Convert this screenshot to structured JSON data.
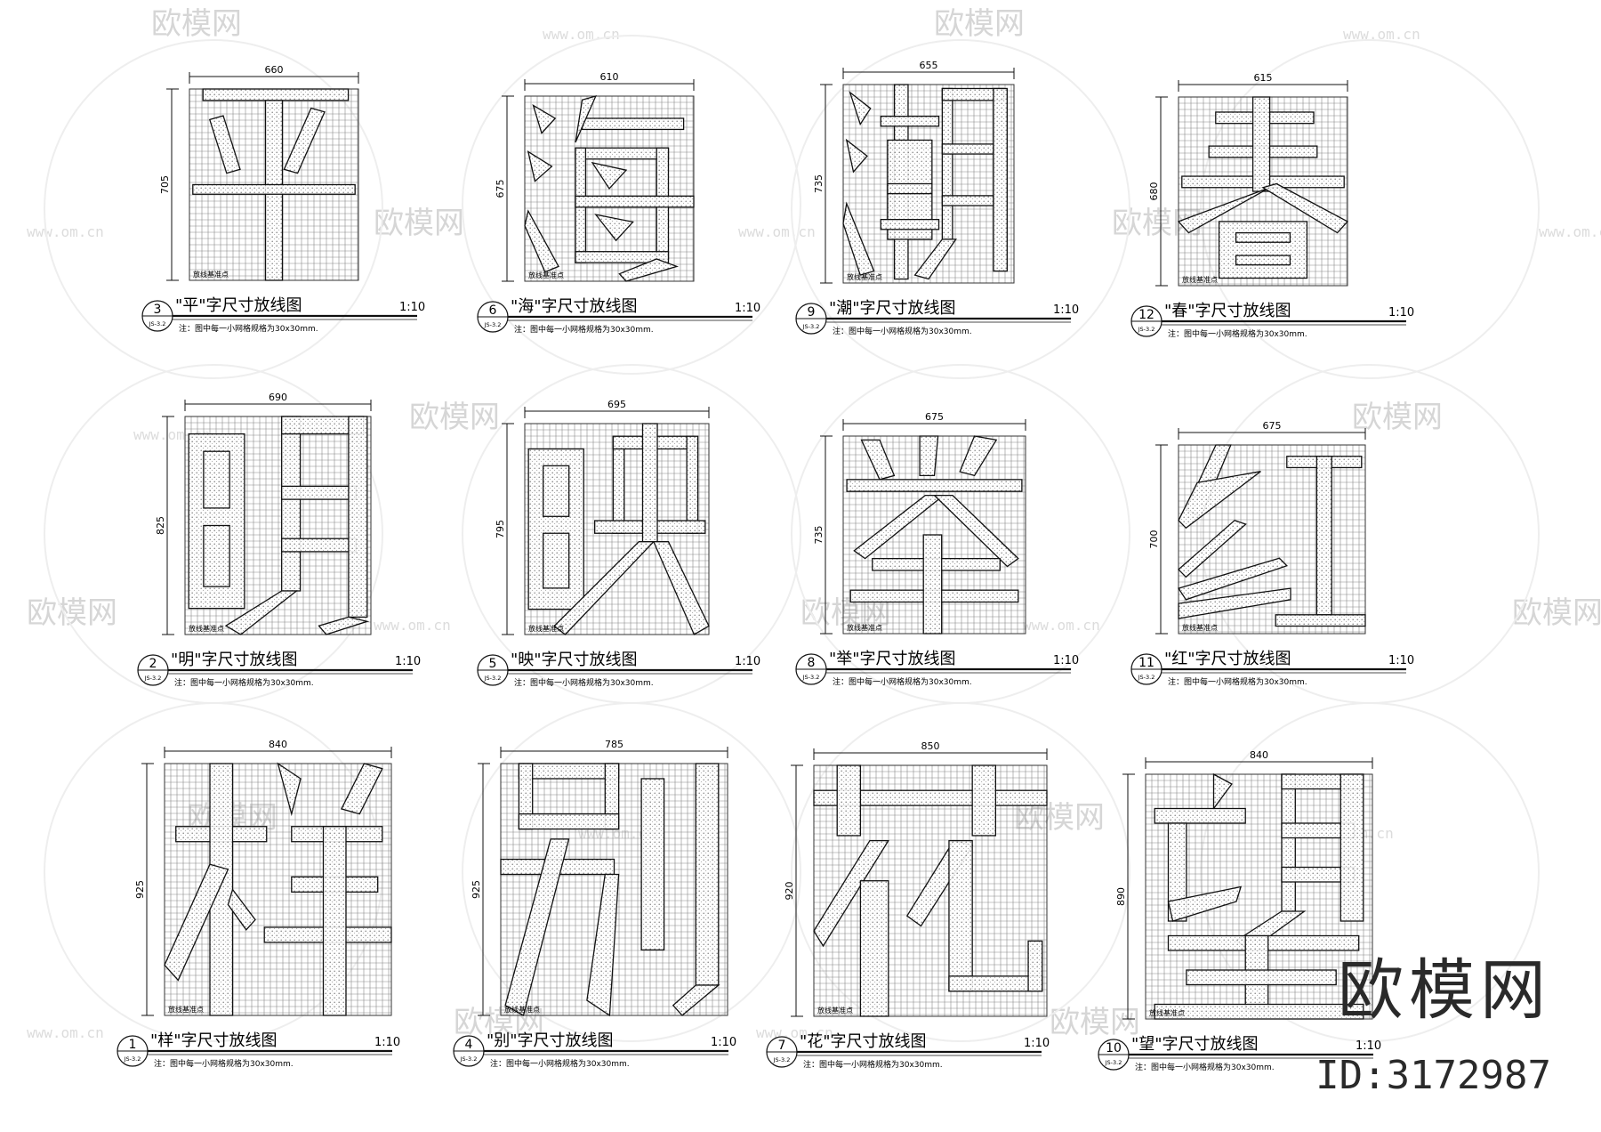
{
  "watermark": {
    "brand": "欧模网",
    "url": "www.om.cn",
    "id": "ID:3172987"
  },
  "sheet": {
    "scale": "1:10",
    "note": "注：图中每一小网格规格为30x30mm.",
    "origin_label": "放线基准点",
    "sheet_ref": "JS-3.2"
  },
  "panels": [
    {
      "number": "3",
      "char": "平",
      "title": "\"平\"字尺寸放线图",
      "width": "660",
      "height": "705"
    },
    {
      "number": "6",
      "char": "海",
      "title": "\"海\"字尺寸放线图",
      "width": "610",
      "height": "675"
    },
    {
      "number": "9",
      "char": "潮",
      "title": "\"潮\"字尺寸放线图",
      "width": "655",
      "height": "735"
    },
    {
      "number": "12",
      "char": "春",
      "title": "\"春\"字尺寸放线图",
      "width": "615",
      "height": "680"
    },
    {
      "number": "2",
      "char": "明",
      "title": "\"明\"字尺寸放线图",
      "width": "690",
      "height": "825"
    },
    {
      "number": "5",
      "char": "映",
      "title": "\"映\"字尺寸放线图",
      "width": "695",
      "height": "795"
    },
    {
      "number": "8",
      "char": "举",
      "title": "\"举\"字尺寸放线图",
      "width": "675",
      "height": "735"
    },
    {
      "number": "11",
      "char": "红",
      "title": "\"红\"字尺寸放线图",
      "width": "675",
      "height": "700"
    },
    {
      "number": "1",
      "char": "样",
      "title": "\"样\"字尺寸放线图",
      "width": "840",
      "height": "925"
    },
    {
      "number": "4",
      "char": "别",
      "title": "\"别\"字尺寸放线图",
      "width": "785",
      "height": "925"
    },
    {
      "number": "7",
      "char": "花",
      "title": "\"花\"字尺寸放线图",
      "width": "850",
      "height": "920"
    },
    {
      "number": "10",
      "char": "望",
      "title": "\"望\"字尺寸放线图",
      "width": "840",
      "height": "890"
    }
  ]
}
